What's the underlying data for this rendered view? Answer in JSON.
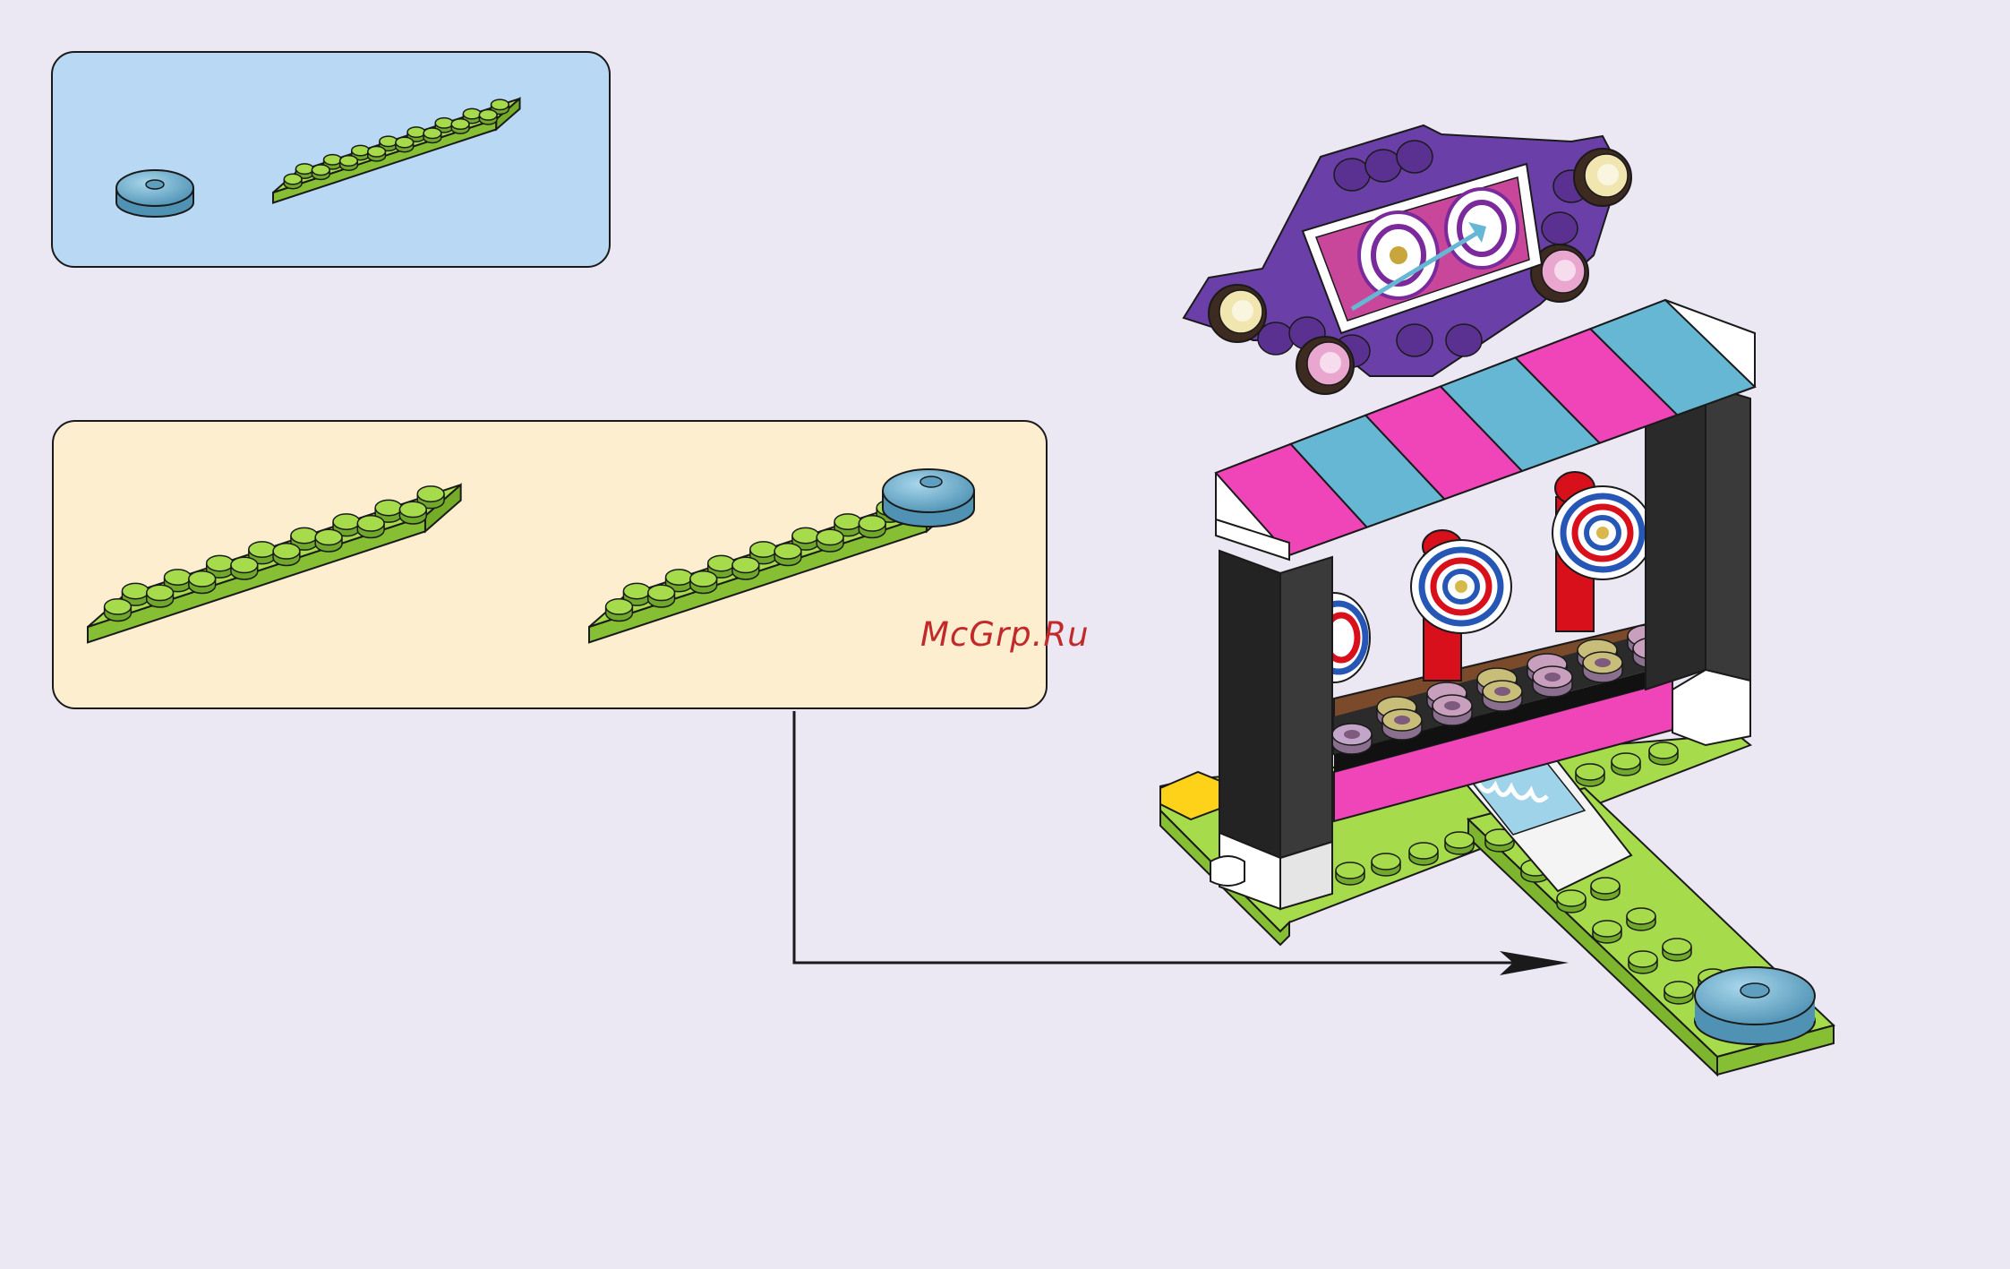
{
  "watermark": {
    "text": "McGrp.Ru"
  },
  "colors": {
    "background": "#ebe7f3",
    "parts_panel_fill": "#b9d8f3",
    "subassembly_panel_fill": "#fdeecf",
    "lime_plate": "#a6dc4c",
    "lime_plate_side": "#86bf33",
    "tile_blue": "#78b8d6",
    "purple": "#6b3fa8",
    "magenta": "#ef45b8",
    "awning_blue": "#66b7d3",
    "black_column": "#232323",
    "red_target": "#d8101c",
    "watermark": "#c12a2a"
  },
  "parts_list": {
    "items": [
      {
        "name": "round-tile",
        "icon": "round-tile-2x2-blue-icon"
      },
      {
        "name": "plate",
        "icon": "plate-2x8-lime-icon"
      }
    ]
  },
  "subassembly": {
    "steps": [
      {
        "name": "plate-2x8",
        "icon": "plate-2x8-lime-icon"
      },
      {
        "name": "plate-with-round-tile",
        "icon": "plate-with-round-tile-icon"
      }
    ]
  },
  "main_model": {
    "icon": "shooting-gallery-model-icon"
  },
  "arrow": {
    "icon": "assembly-arrow-icon"
  }
}
